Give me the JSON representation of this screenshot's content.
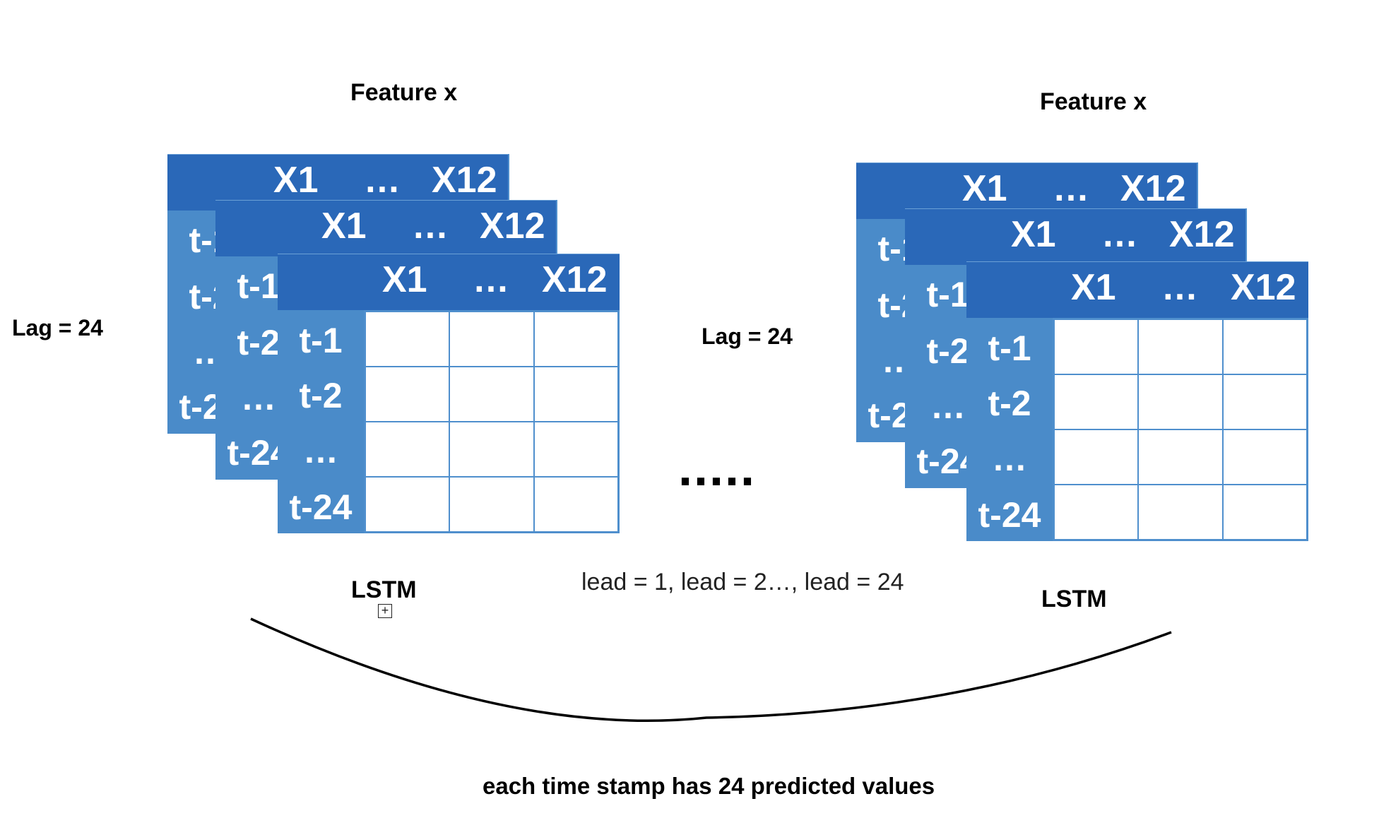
{
  "left": {
    "feature_label": "Feature x",
    "lag_label": "Lag = 24",
    "model_label": "LSTM"
  },
  "right": {
    "feature_label": "Feature x",
    "model_label": "LSTM"
  },
  "middle": {
    "lag_label": "Lag = 24",
    "ellipsis": ".....",
    "lead_text": "lead = 1, lead = 2…, lead = 24"
  },
  "table": {
    "col_first": "X1",
    "col_dots": "…",
    "col_last": "X12",
    "rows": [
      "t-1",
      "t-2",
      "…",
      "t-24"
    ]
  },
  "back_layer_rows": {
    "row1": "t-1",
    "row2": "t-2",
    "row3": "…",
    "row4": "t-24"
  },
  "footer": "each time stamp has 24 predicted values",
  "colors": {
    "header_blue": "#2a68b8",
    "rowlabel_blue": "#4a8bc9",
    "grid_line": "#4f8fcd"
  }
}
